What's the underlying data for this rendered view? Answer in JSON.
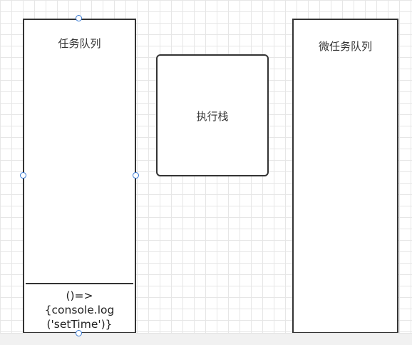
{
  "diagram": {
    "task_queue": {
      "title": "任务队列",
      "callback_lines": [
        "()=>",
        "{console.log",
        "('setTime')}"
      ]
    },
    "call_stack": {
      "title": "执行栈"
    },
    "microtask_queue": {
      "title": "微任务队列"
    }
  }
}
